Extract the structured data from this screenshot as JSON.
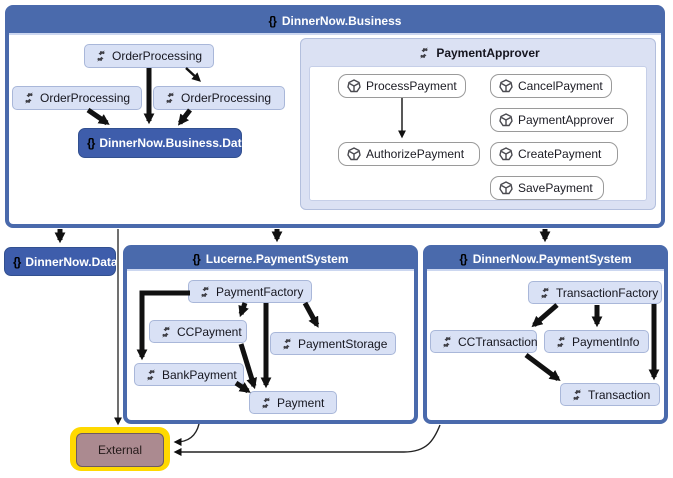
{
  "icons": {
    "namespace": "{}"
  },
  "colors": {
    "container_blue": "#4a6aac",
    "dark_node_blue": "#3e5dab",
    "light_node_fill": "#d9e1f5",
    "group_fill": "#dbe1f3",
    "external_highlight": "#ffd900",
    "external_fill": "#ab8a90",
    "arrow_black": "#111111"
  },
  "containers": {
    "business": {
      "title": "DinnerNow.Business"
    },
    "lucerne": {
      "title": "Lucerne.PaymentSystem"
    },
    "dn_payment": {
      "title": "DinnerNow.PaymentSystem"
    },
    "payment_approver": {
      "title": "PaymentApprover"
    }
  },
  "nodes": {
    "op_top": {
      "label": "OrderProcessing"
    },
    "op_left": {
      "label": "OrderProcessing"
    },
    "op_right": {
      "label": "OrderProcessing"
    },
    "business_data": {
      "label": "DinnerNow.Business.Data"
    },
    "process_payment": {
      "label": "ProcessPayment"
    },
    "cancel_payment": {
      "label": "CancelPayment"
    },
    "payment_approver": {
      "label": "PaymentApprover"
    },
    "authorize_payment": {
      "label": "AuthorizePayment"
    },
    "create_payment": {
      "label": "CreatePayment"
    },
    "save_payment": {
      "label": "SavePayment"
    },
    "dinnernow_data": {
      "label": "DinnerNow.Data"
    },
    "payment_factory": {
      "label": "PaymentFactory"
    },
    "cc_payment": {
      "label": "CCPayment"
    },
    "payment_storage": {
      "label": "PaymentStorage"
    },
    "bank_payment": {
      "label": "BankPayment"
    },
    "payment": {
      "label": "Payment"
    },
    "transaction_factory": {
      "label": "TransactionFactory"
    },
    "cc_transaction": {
      "label": "CCTransaction"
    },
    "payment_info": {
      "label": "PaymentInfo"
    },
    "transaction": {
      "label": "Transaction"
    },
    "external": {
      "label": "External"
    }
  },
  "edges": [
    {
      "from": "op_top",
      "to": "business_data",
      "style": "thick"
    },
    {
      "from": "op_top",
      "to": "op_right",
      "style": "medium"
    },
    {
      "from": "op_left",
      "to": "business_data",
      "style": "thick"
    },
    {
      "from": "op_right",
      "to": "business_data",
      "style": "thick"
    },
    {
      "from": "process_payment",
      "to": "authorize_payment",
      "style": "thin"
    },
    {
      "from": "business",
      "to": "dinnernow_data",
      "style": "thick"
    },
    {
      "from": "business",
      "to": "lucerne",
      "style": "thick"
    },
    {
      "from": "business",
      "to": "dn_payment",
      "style": "thick"
    },
    {
      "from": "business",
      "to": "external",
      "style": "thin"
    },
    {
      "from": "payment_factory",
      "to": "bank_payment",
      "style": "thick"
    },
    {
      "from": "payment_factory",
      "to": "cc_payment",
      "style": "thick"
    },
    {
      "from": "payment_factory",
      "to": "payment",
      "style": "thick"
    },
    {
      "from": "payment_factory",
      "to": "payment_storage",
      "style": "thick"
    },
    {
      "from": "cc_payment",
      "to": "payment",
      "style": "thick"
    },
    {
      "from": "bank_payment",
      "to": "payment",
      "style": "thick"
    },
    {
      "from": "transaction_factory",
      "to": "cc_transaction",
      "style": "thick"
    },
    {
      "from": "transaction_factory",
      "to": "payment_info",
      "style": "thick"
    },
    {
      "from": "transaction_factory",
      "to": "transaction",
      "style": "thick"
    },
    {
      "from": "cc_transaction",
      "to": "transaction",
      "style": "thick"
    },
    {
      "from": "lucerne",
      "to": "external",
      "style": "thin"
    },
    {
      "from": "dn_payment",
      "to": "external",
      "style": "thin"
    }
  ]
}
